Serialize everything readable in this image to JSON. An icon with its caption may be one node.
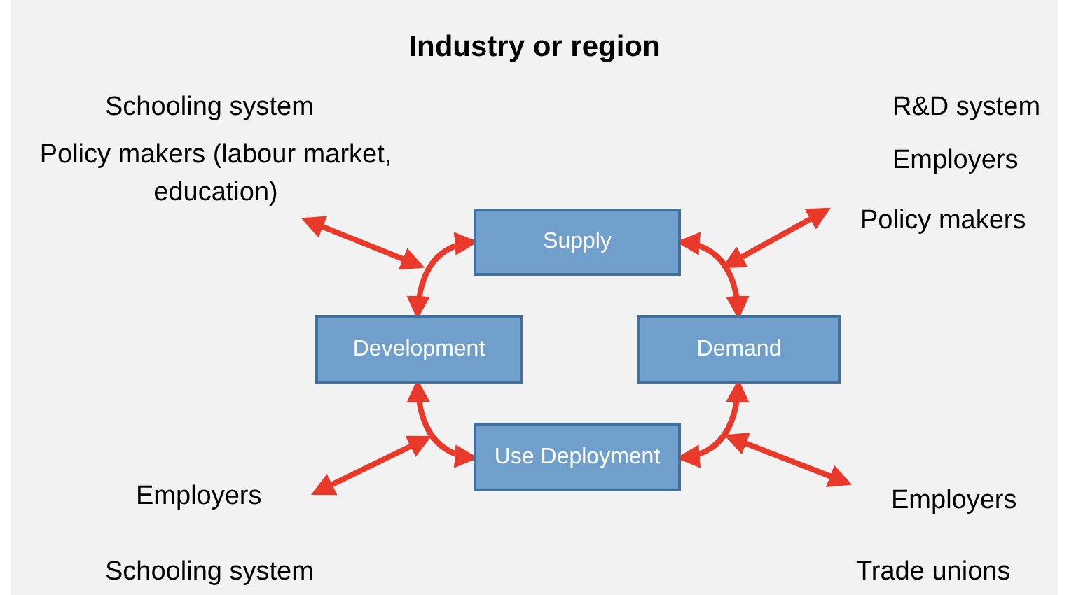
{
  "diagram": {
    "title": "Industry or region",
    "nodes": [
      {
        "text": [
          "Supply"
        ]
      },
      {
        "text": [
          "Development"
        ]
      },
      {
        "text": [
          "Demand"
        ]
      },
      {
        "text": [
          "Use Deployment"
        ]
      }
    ],
    "edges": [
      {
        "from": 1,
        "to": 0,
        "arrow": "both"
      },
      {
        "from": 0,
        "to": 2,
        "arrow": "both"
      },
      {
        "from": 2,
        "to": 3,
        "arrow": "both"
      },
      {
        "from": 3,
        "to": 1,
        "arrow": "both"
      }
    ],
    "labels": [
      "Schooling system",
      "R&D system",
      "Policy makers (labour market, education)",
      "Employers",
      "Policy makers",
      "Employers",
      "Employers",
      "Schooling system",
      "Trade unions"
    ]
  }
}
